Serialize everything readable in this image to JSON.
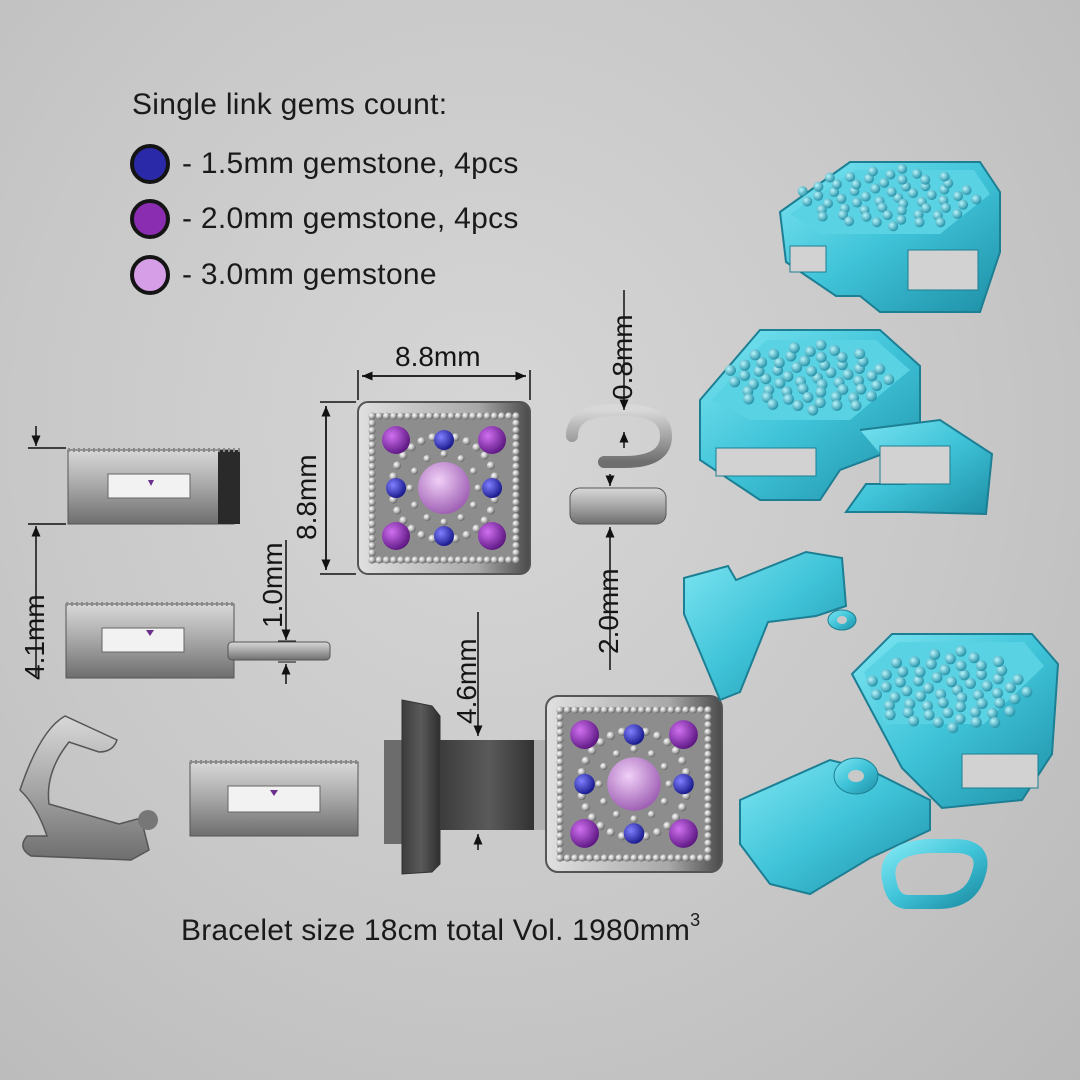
{
  "legend": {
    "title": "Single link gems count:",
    "items": [
      {
        "label": "- 1.5mm gemstone, 4pcs",
        "color": "#2a2aa8"
      },
      {
        "label": "- 2.0mm gemstone, 4pcs",
        "color": "#8a2db0"
      },
      {
        "label": "- 3.0mm gemstone",
        "color": "#d69ee6"
      }
    ]
  },
  "dimensions": {
    "link_width": "8.8mm",
    "link_height": "8.8mm",
    "clasp_height": "4.1mm",
    "tab_thickness": "1.0mm",
    "jump_ring_wall": "0.8mm",
    "jump_ring_height": "2.0mm",
    "clasp_depth": "4.6mm"
  },
  "footer": {
    "text": "Bracelet size 18cm total Vol. 1980mm",
    "superscript": "3"
  },
  "colors": {
    "metal": "#9a9a9a",
    "model_3d": "#3fc3d8",
    "background": "#c9c9c9"
  }
}
